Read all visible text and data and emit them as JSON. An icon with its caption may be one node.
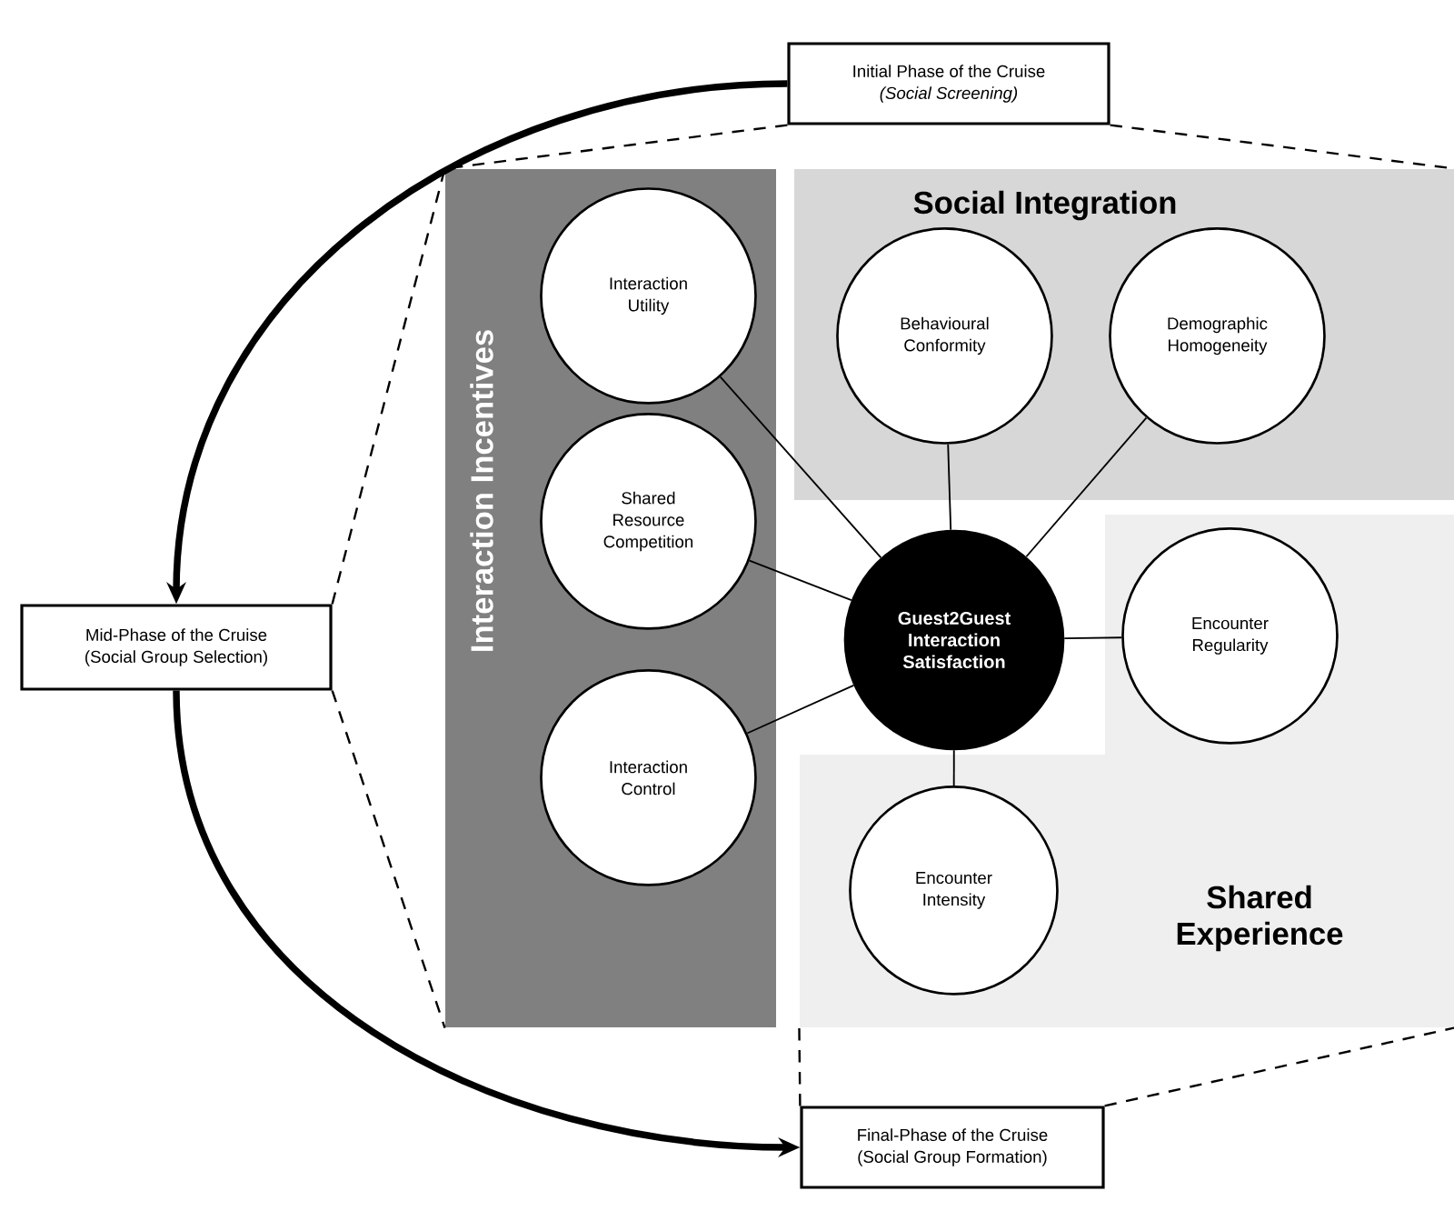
{
  "diagram": {
    "nodes": [
      {
        "text": [
          "Initial Phase of the Cruise",
          "(Social Screening)"
        ]
      },
      {
        "text": [
          "Mid-Phase of the Cruise",
          "(Social Group Selection)"
        ]
      },
      {
        "text": [
          "Final-Phase of the Cruise",
          "(Social Group Formation)"
        ]
      },
      {
        "text": [
          "Interaction Incentives"
        ]
      },
      {
        "text": [
          "Social Integration"
        ]
      },
      {
        "text": [
          "Shared Experience"
        ]
      },
      {
        "text": [
          "Interaction Utility"
        ],
        "in": 3
      },
      {
        "text": [
          "Shared Resource Competition"
        ],
        "in": 3
      },
      {
        "text": [
          "Interaction Control"
        ],
        "in": 3
      },
      {
        "text": [
          "Behavioural Conformity"
        ],
        "in": 4
      },
      {
        "text": [
          "Demographic Homogeneity"
        ],
        "in": 4
      },
      {
        "text": [
          "Guest2Guest Interaction Satisfaction"
        ]
      },
      {
        "text": [
          "Encounter Regularity"
        ],
        "in": 5
      },
      {
        "text": [
          "Encounter Intensity"
        ],
        "in": 5
      }
    ],
    "edges": [
      {
        "from": 0,
        "to": 1,
        "arrow": "to",
        "style": "thick"
      },
      {
        "from": 1,
        "to": 2,
        "arrow": "to",
        "style": "thick"
      },
      {
        "from": 0,
        "to": 3,
        "arrow": "none",
        "style": "dashed"
      },
      {
        "from": 0,
        "to": 4,
        "arrow": "none",
        "style": "dashed"
      },
      {
        "from": 1,
        "to": 3,
        "arrow": "none",
        "style": "dashed"
      },
      {
        "from": 1,
        "to": 3,
        "arrow": "none",
        "style": "dashed"
      },
      {
        "from": 2,
        "to": 5,
        "arrow": "none",
        "style": "dashed"
      },
      {
        "from": 2,
        "to": 5,
        "arrow": "none",
        "style": "dashed"
      },
      {
        "from": 6,
        "to": 11,
        "arrow": "none"
      },
      {
        "from": 7,
        "to": 11,
        "arrow": "none"
      },
      {
        "from": 8,
        "to": 11,
        "arrow": "none"
      },
      {
        "from": 9,
        "to": 11,
        "arrow": "none"
      },
      {
        "from": 10,
        "to": 11,
        "arrow": "none"
      },
      {
        "from": 12,
        "to": 11,
        "arrow": "none"
      },
      {
        "from": 13,
        "to": 11,
        "arrow": "none"
      }
    ]
  }
}
